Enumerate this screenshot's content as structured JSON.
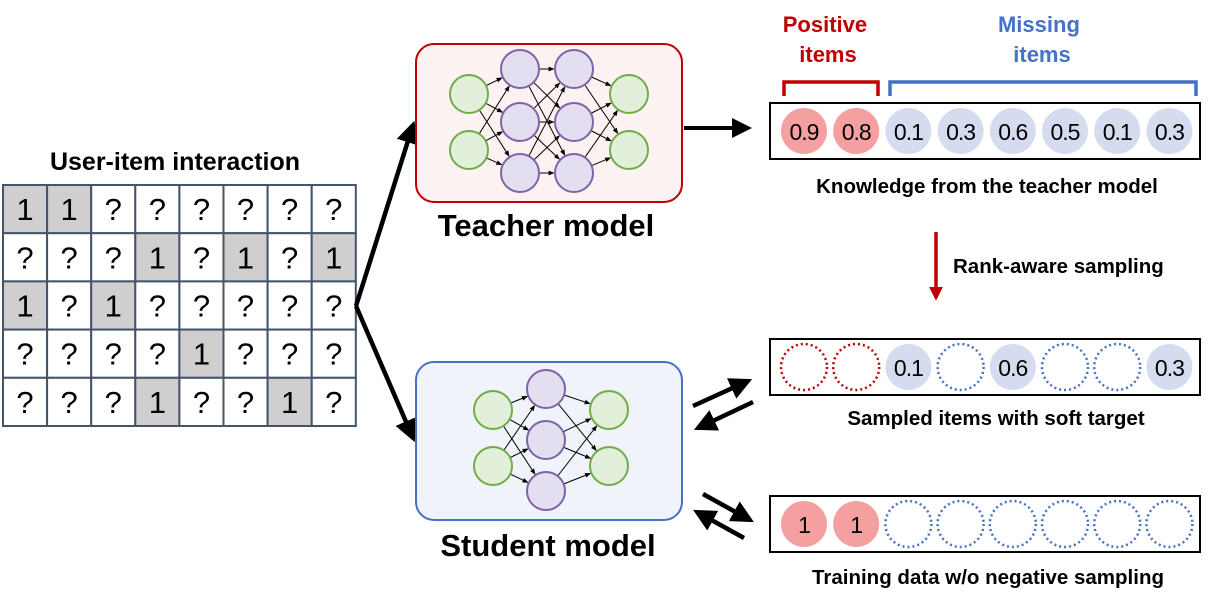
{
  "matrix": {
    "title": "User-item interaction",
    "rows": [
      [
        "1",
        "1",
        "?",
        "?",
        "?",
        "?",
        "?",
        "?"
      ],
      [
        "?",
        "?",
        "?",
        "1",
        "?",
        "1",
        "?",
        "1"
      ],
      [
        "1",
        "?",
        "1",
        "?",
        "?",
        "?",
        "?",
        "?"
      ],
      [
        "?",
        "?",
        "?",
        "?",
        "1",
        "?",
        "?",
        "?"
      ],
      [
        "?",
        "?",
        "?",
        "1",
        "?",
        "?",
        "1",
        "?"
      ]
    ]
  },
  "teacher": {
    "label": "Teacher model"
  },
  "student": {
    "label": "Student model"
  },
  "groups": {
    "positive": "Positive\nitems",
    "missing": "Missing\nitems"
  },
  "knowledge": {
    "values": [
      "0.9",
      "0.8",
      "0.1",
      "0.3",
      "0.6",
      "0.5",
      "0.1",
      "0.3"
    ],
    "caption": "Knowledge from the teacher model"
  },
  "sampling": {
    "label": "Rank-aware sampling"
  },
  "sampled": {
    "cells": [
      "",
      "",
      "0.1",
      "",
      "0.6",
      "",
      "",
      "0.3"
    ],
    "caption": "Sampled items with soft target"
  },
  "training": {
    "cells": [
      "1",
      "1",
      "",
      "",
      "",
      "",
      "",
      ""
    ],
    "caption": "Training data w/o negative sampling"
  },
  "colors": {
    "red": "#c00000",
    "blue": "#4472c4",
    "pink": "#f4a0a0",
    "lightblue": "#d6dcf0",
    "gray": "#d0cece",
    "green": "#70ad47",
    "purple": "#7f63a7"
  }
}
